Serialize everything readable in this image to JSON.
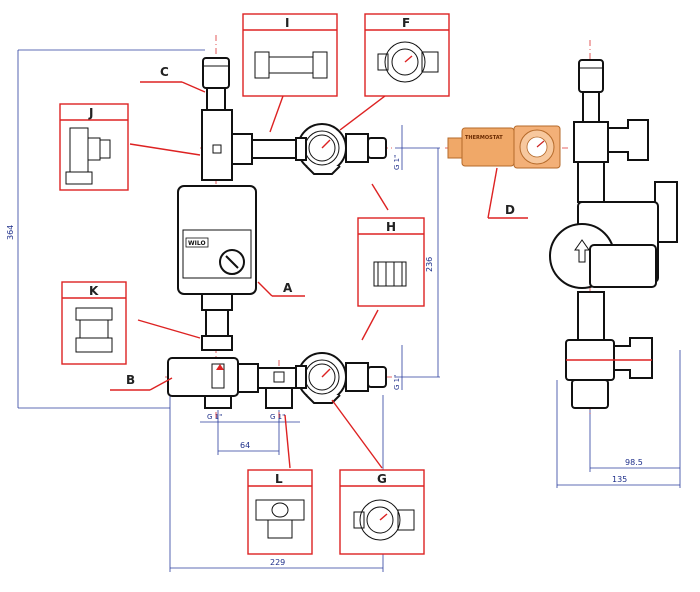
{
  "callouts": {
    "A": "A",
    "B": "B",
    "C": "C",
    "D": "D",
    "F": "F",
    "G": "G",
    "H": "H",
    "I": "I",
    "J": "J",
    "K": "K",
    "L": "L"
  },
  "dimensions": {
    "overall_height": "364",
    "port_spacing": "236",
    "bottom_spacing": "64",
    "overall_width": "229",
    "side_inner": "98.5",
    "side_outer": "135",
    "thread_top": "G 1\"",
    "thread_mid": "G 1\"",
    "thread_bottom_left": "G 1\"",
    "thread_bottom_right": "G 1\""
  },
  "labels": {
    "pump_brand": "WILO",
    "thermostat": "THERMOSTAT"
  },
  "colors": {
    "callout_red": "#d22222",
    "dimension_blue": "#2a3d9e",
    "thermostat_orange": "#f0a868"
  }
}
